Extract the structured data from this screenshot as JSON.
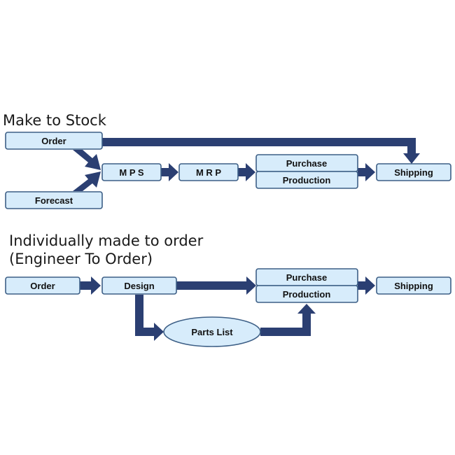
{
  "mts": {
    "title": "Make to Stock",
    "order": "Order",
    "forecast": "Forecast",
    "mps": "M P S",
    "mrp": "M R P",
    "purchase": "Purchase",
    "production": "Production",
    "shipping": "Shipping"
  },
  "eto": {
    "title_line1": "Individually made to order",
    "title_line2": "(Engineer To Order)",
    "order": "Order",
    "design": "Design",
    "purchase": "Purchase",
    "production": "Production",
    "shipping": "Shipping",
    "parts_list": "Parts List"
  },
  "colors": {
    "box_fill": "#d7ecfb",
    "box_border": "#3d5f86",
    "arrow": "#2b3f72"
  }
}
